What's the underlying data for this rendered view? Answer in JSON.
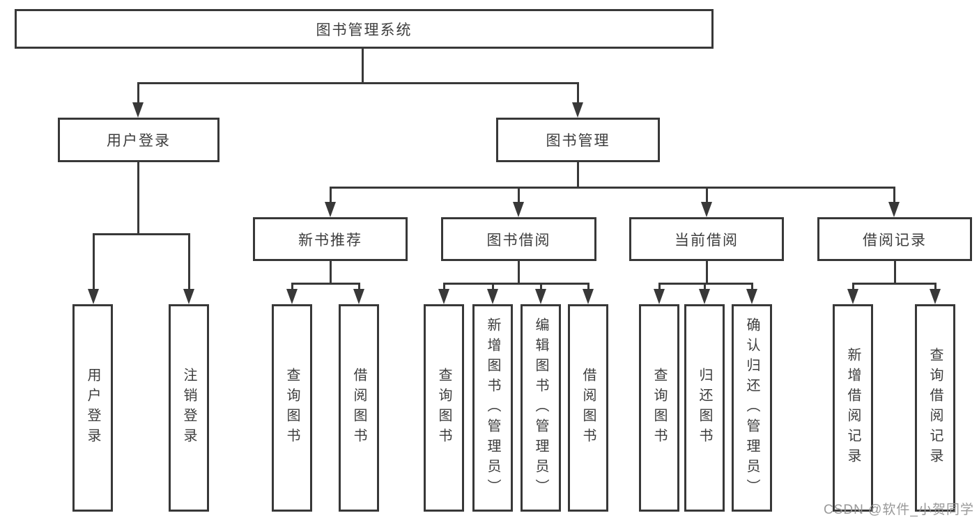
{
  "diagram_type": "hierarchy-tree",
  "tree": {
    "root": "图书管理系统",
    "branches": [
      {
        "label": "用户登录",
        "children": [
          "用户登录",
          "注销登录"
        ]
      },
      {
        "label": "图书管理",
        "groups": [
          {
            "label": "新书推荐",
            "children": [
              "查询图书",
              "借阅图书"
            ]
          },
          {
            "label": "图书借阅",
            "children": [
              "查询图书",
              "新增图书（管理员）",
              "编辑图书（管理员）",
              "借阅图书"
            ]
          },
          {
            "label": "当前借阅",
            "children": [
              "查询图书",
              "归还图书",
              "确认归还（管理员）"
            ]
          },
          {
            "label": "借阅记录",
            "children": [
              "新增借阅记录",
              "查询借阅记录"
            ]
          }
        ]
      }
    ]
  },
  "watermark": "CSDN @软件_小贺同学",
  "colors": {
    "line": "#383838",
    "text": "#3d3d3d",
    "background": "#ffffff",
    "watermark": "#949494"
  }
}
